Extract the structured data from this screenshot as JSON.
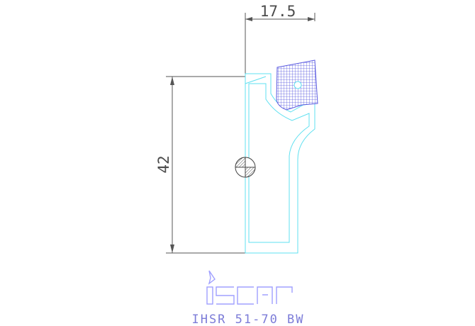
{
  "drawing": {
    "dim_horizontal": {
      "value": "17.5"
    },
    "dim_vertical": {
      "value": "42"
    },
    "logo": {
      "text": "iscar"
    },
    "part_code": "IHSR 51-70 BW",
    "colors": {
      "outline": "#5fe0f0",
      "dimension": "#555555",
      "insert_fill": "#6f6fe0",
      "logo": "#a0a0ff",
      "caption": "#7c7cd8"
    }
  }
}
